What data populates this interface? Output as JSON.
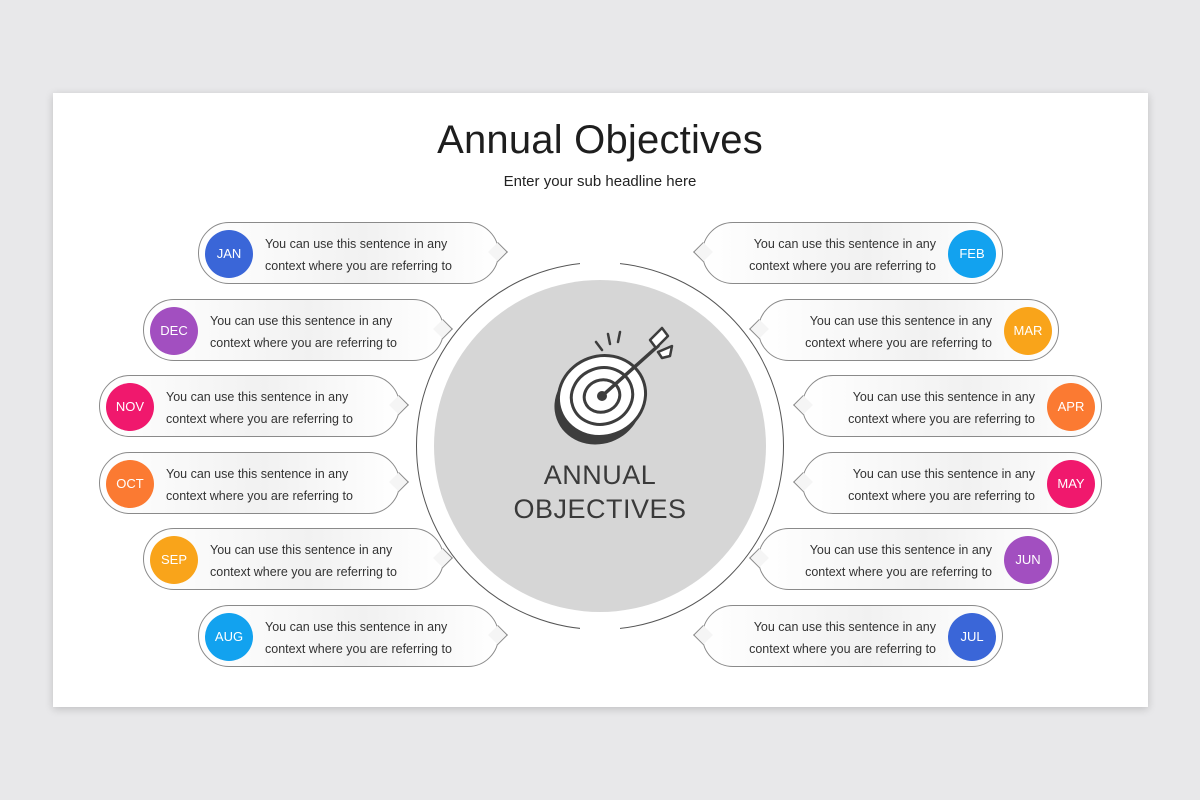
{
  "title": "Annual Objectives",
  "subtitle": "Enter your sub headline here",
  "center": {
    "line1": "ANNUAL",
    "line2": "OBJECTIVES",
    "icon": "target-arrow-icon"
  },
  "item_text": {
    "line1": "You can use this sentence  in any",
    "line2": "context  where you are referring to"
  },
  "months": [
    {
      "label": "JAN",
      "color": "#3a66d8"
    },
    {
      "label": "FEB",
      "color": "#12a2ef"
    },
    {
      "label": "MAR",
      "color": "#f9a41a"
    },
    {
      "label": "APR",
      "color": "#fb7a32"
    },
    {
      "label": "MAY",
      "color": "#f0186d"
    },
    {
      "label": "JUN",
      "color": "#a24fc0"
    },
    {
      "label": "JUL",
      "color": "#3a66d8"
    },
    {
      "label": "AUG",
      "color": "#12a2ef"
    },
    {
      "label": "SEP",
      "color": "#f9a41a"
    },
    {
      "label": "OCT",
      "color": "#fb7a32"
    },
    {
      "label": "NOV",
      "color": "#f0186d"
    },
    {
      "label": "DEC",
      "color": "#a24fc0"
    }
  ]
}
